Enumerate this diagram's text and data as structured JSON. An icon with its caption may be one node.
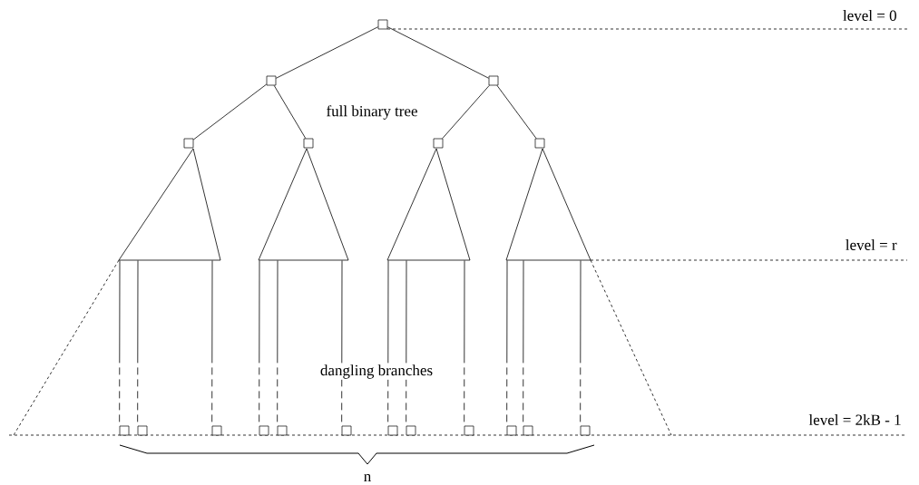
{
  "diagram": {
    "nodes": [
      {
        "text": [],
        "shape": "box"
      },
      {
        "text": [],
        "shape": "box"
      },
      {
        "text": [],
        "shape": "box"
      },
      {
        "text": [],
        "shape": "box"
      },
      {
        "text": [],
        "shape": "box"
      },
      {
        "text": [],
        "shape": "box"
      },
      {
        "text": [],
        "shape": "box"
      },
      {
        "text": [],
        "shape": "triangle"
      },
      {
        "text": [],
        "shape": "triangle"
      },
      {
        "text": [],
        "shape": "triangle"
      },
      {
        "text": [],
        "shape": "triangle"
      },
      {
        "text": [],
        "shape": "box"
      },
      {
        "text": [],
        "shape": "box"
      },
      {
        "text": [],
        "shape": "box"
      },
      {
        "text": [],
        "shape": "box"
      },
      {
        "text": [],
        "shape": "box"
      },
      {
        "text": [],
        "shape": "box"
      },
      {
        "text": [],
        "shape": "box"
      },
      {
        "text": [],
        "shape": "box"
      },
      {
        "text": [],
        "shape": "box"
      },
      {
        "text": [],
        "shape": "box"
      },
      {
        "text": [],
        "shape": "box"
      },
      {
        "text": [],
        "shape": "box"
      }
    ],
    "edges": [
      {
        "from": 0,
        "to": 1,
        "arrow": "none"
      },
      {
        "from": 0,
        "to": 2,
        "arrow": "none"
      },
      {
        "from": 1,
        "to": 3,
        "arrow": "none"
      },
      {
        "from": 1,
        "to": 4,
        "arrow": "none"
      },
      {
        "from": 2,
        "to": 5,
        "arrow": "none"
      },
      {
        "from": 2,
        "to": 6,
        "arrow": "none"
      },
      {
        "from": 7,
        "to": 11,
        "arrow": "none",
        "style": "dashed"
      },
      {
        "from": 7,
        "to": 12,
        "arrow": "none",
        "style": "dashed"
      },
      {
        "from": 7,
        "to": 13,
        "arrow": "none",
        "style": "dashed"
      },
      {
        "from": 8,
        "to": 14,
        "arrow": "none",
        "style": "dashed"
      },
      {
        "from": 8,
        "to": 15,
        "arrow": "none",
        "style": "dashed"
      },
      {
        "from": 8,
        "to": 16,
        "arrow": "none",
        "style": "dashed"
      },
      {
        "from": 9,
        "to": 17,
        "arrow": "none",
        "style": "dashed"
      },
      {
        "from": 9,
        "to": 18,
        "arrow": "none",
        "style": "dashed"
      },
      {
        "from": 9,
        "to": 19,
        "arrow": "none",
        "style": "dashed"
      },
      {
        "from": 10,
        "to": 20,
        "arrow": "none",
        "style": "dashed"
      },
      {
        "from": 10,
        "to": 21,
        "arrow": "none",
        "style": "dashed"
      },
      {
        "from": 10,
        "to": 22,
        "arrow": "none",
        "style": "dashed"
      }
    ],
    "labels": [
      "level = 0",
      "full binary tree",
      "level = r",
      "dangling branches",
      "level = 2kB - 1",
      "n"
    ]
  }
}
